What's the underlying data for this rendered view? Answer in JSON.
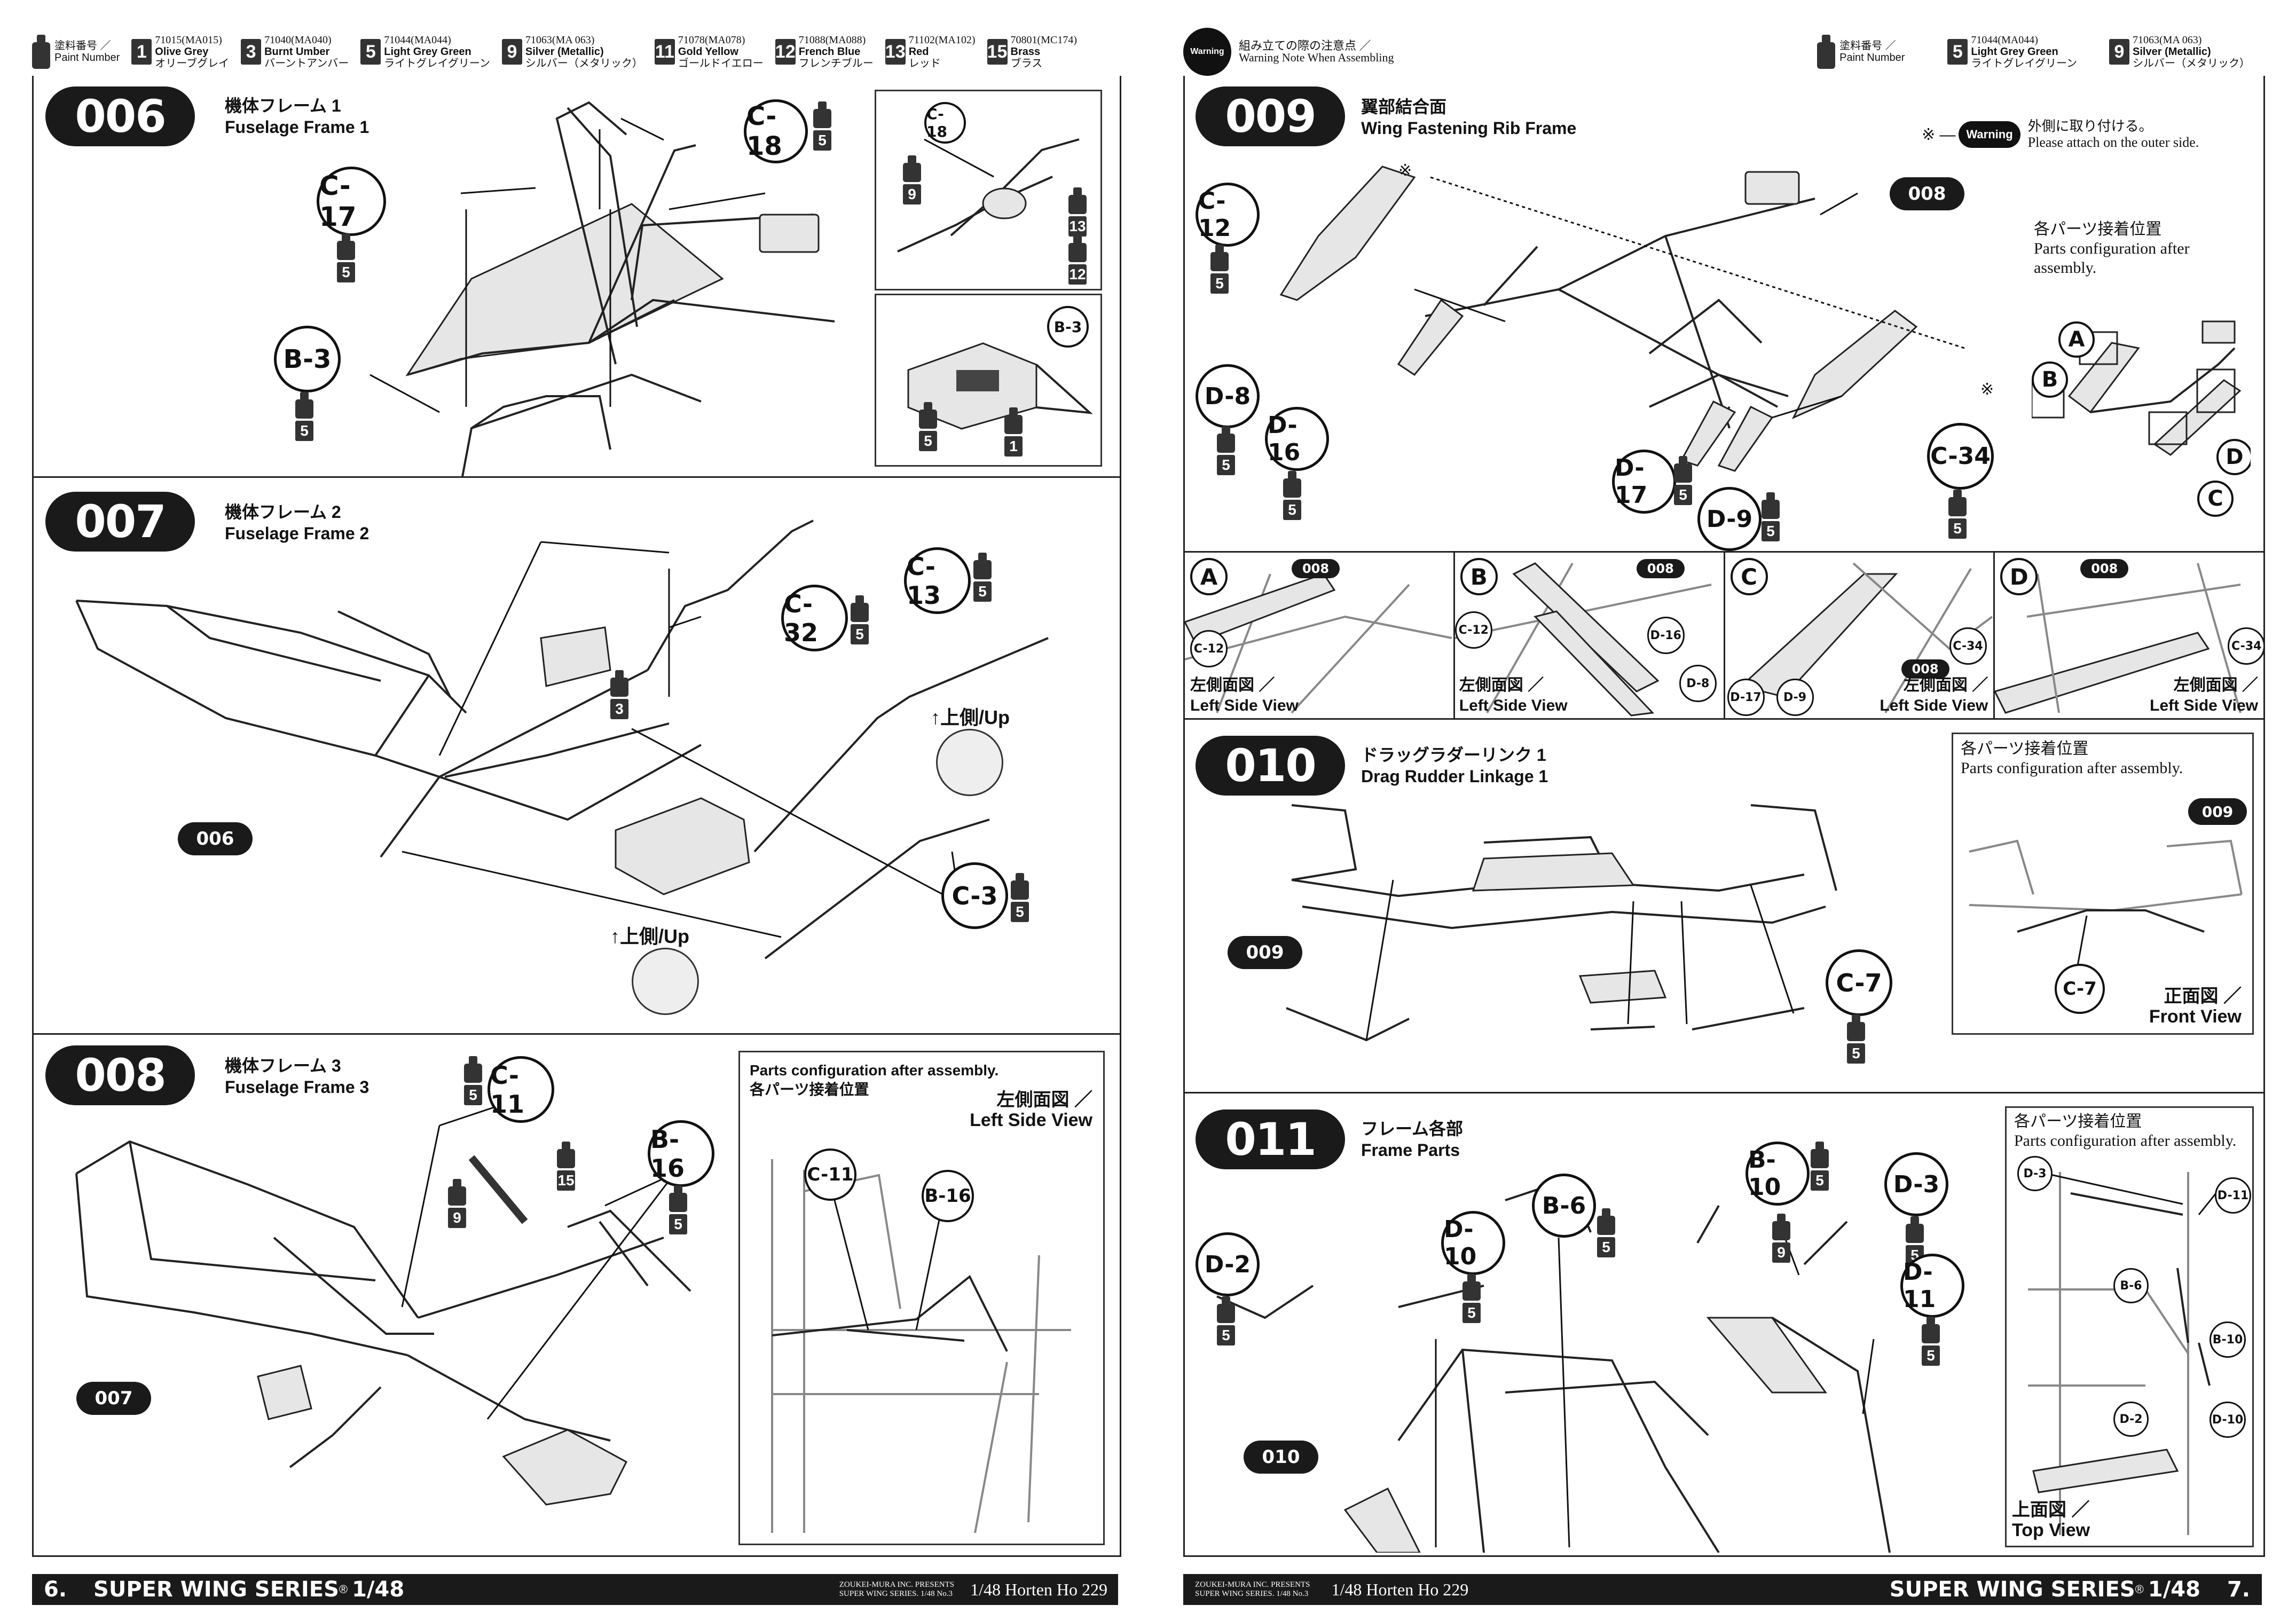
{
  "left": {
    "paint_header": {
      "label_jp": "塗料番号 ／",
      "label_en": "Paint Number"
    },
    "paints": [
      {
        "num": "1",
        "code": "71015(MA015)",
        "en": "Olive Grey",
        "jp": "オリーブグレイ"
      },
      {
        "num": "3",
        "code": "71040(MA040)",
        "en": "Burnt Umber",
        "jp": "バーントアンバー"
      },
      {
        "num": "5",
        "code": "71044(MA044)",
        "en": "Light Grey Green",
        "jp": "ライトグレイグリーン"
      },
      {
        "num": "9",
        "code": "71063(MA 063)",
        "en": "Silver (Metallic)",
        "jp": "シルバー（メタリック）"
      },
      {
        "num": "11",
        "code": "71078(MA078)",
        "en": "Gold Yellow",
        "jp": "ゴールドイエロー"
      },
      {
        "num": "12",
        "code": "71088(MA088)",
        "en": "French Blue",
        "jp": "フレンチブルー"
      },
      {
        "num": "13",
        "code": "71102(MA102)",
        "en": "Red",
        "jp": "レッド"
      },
      {
        "num": "15",
        "code": "70801(MC174)",
        "en": "Brass",
        "jp": "ブラス"
      }
    ],
    "step006": {
      "num": "006",
      "title_jp": "機体フレーム 1",
      "title_en": "Fuselage Frame 1",
      "callouts": [
        "C-18",
        "C-17",
        "B-3"
      ],
      "inset_callouts": [
        "C-18",
        "B-3"
      ],
      "paint_marks": [
        "5",
        "5",
        "5",
        "9",
        "13",
        "12",
        "5",
        "1"
      ]
    },
    "step007": {
      "num": "007",
      "title_jp": "機体フレーム 2",
      "title_en": "Fuselage Frame 2",
      "callouts": [
        "C-32",
        "C-13",
        "C-3"
      ],
      "ref": "006",
      "up1": "↑上側/Up",
      "up2": "↑上側/Up",
      "paint_marks": [
        "5",
        "3",
        "5",
        "5"
      ]
    },
    "step008": {
      "num": "008",
      "title_jp": "機体フレーム 3",
      "title_en": "Fuselage Frame 3",
      "callouts": [
        "C-11",
        "B-16"
      ],
      "ref": "007",
      "inset_title_en": "Parts configuration after assembly.",
      "inset_title_jp": "各パーツ接着位置",
      "view_jp": "左側面図 ／",
      "view_en": "Left Side View",
      "inset_callouts": [
        "C-11",
        "B-16"
      ],
      "paint_marks": [
        "5",
        "15",
        "9",
        "5"
      ]
    },
    "footer": {
      "page": "6.",
      "series": "SUPER WING SERIES",
      "reg": "®",
      "scale": "1/48",
      "credit1": "ZOUKEI-MURA INC. PRESENTS",
      "credit2": "SUPER WING SERIES. 1/48 No.3",
      "model": "1/48  Horten Ho 229"
    }
  },
  "right": {
    "warning": {
      "icon_text": "Warning",
      "jp": "組み立ての際の注意点 ／",
      "en": "Warning Note When Assembling"
    },
    "paint_header": {
      "label_jp": "塗料番号 ／",
      "label_en": "Paint Number"
    },
    "paints": [
      {
        "num": "5",
        "code": "71044(MA044)",
        "en": "Light Grey Green",
        "jp": "ライトグレイグリーン"
      },
      {
        "num": "9",
        "code": "71063(MA 063)",
        "en": "Silver (Metallic)",
        "jp": "シルバー（メタリック）"
      }
    ],
    "step009": {
      "num": "009",
      "title_jp": "翼部結合面",
      "title_en": "Wing Fastening Rib Frame",
      "note_mark": "※ ―",
      "note_icon": "Warning",
      "note_jp": "外側に取り付ける。",
      "note_en": "Please attach on the outer side.",
      "ref": "008",
      "callouts": [
        "C-12",
        "D-8",
        "D-16",
        "D-17",
        "D-9",
        "C-34"
      ],
      "inset_title_jp": "各パーツ接着位置",
      "inset_title_en": "Parts configuration after assembly.",
      "inset_letters": [
        "A",
        "B",
        "C",
        "D"
      ],
      "star1": "※",
      "star2": "※",
      "paint_marks": [
        "5",
        "5",
        "5",
        "5",
        "5",
        "5"
      ],
      "detail_views": [
        {
          "letter": "A",
          "ref": "008",
          "parts": [
            "C-12"
          ],
          "view_jp": "左側面図 ／",
          "view_en": "Left Side View"
        },
        {
          "letter": "B",
          "ref": "008",
          "parts": [
            "C-12",
            "D-16",
            "D-8"
          ],
          "view_jp": "左側面図 ／",
          "view_en": "Left Side View"
        },
        {
          "letter": "C",
          "ref": "008",
          "parts": [
            "C-34",
            "D-17",
            "D-9"
          ],
          "view_jp": "左側面図 ／",
          "view_en": "Left Side View"
        },
        {
          "letter": "D",
          "ref": "008",
          "parts": [
            "C-34"
          ],
          "view_jp": "左側面図 ／",
          "view_en": "Left Side View"
        }
      ]
    },
    "step010": {
      "num": "010",
      "title_jp": "ドラッグラダーリンク 1",
      "title_en": "Drag Rudder Linkage 1",
      "ref": "009",
      "callouts": [
        "C-7"
      ],
      "inset_ref": "009",
      "inset_callout": "C-7",
      "inset_title_jp": "各パーツ接着位置",
      "inset_title_en": "Parts configuration after assembly.",
      "view_jp": "正面図 ／",
      "view_en": "Front View",
      "paint_marks": [
        "5"
      ]
    },
    "step011": {
      "num": "011",
      "title_jp": "フレーム各部",
      "title_en": "Frame Parts",
      "ref": "010",
      "callouts": [
        "B-10",
        "D-3",
        "B-6",
        "D-10",
        "D-2",
        "D-11"
      ],
      "inset_title_jp": "各パーツ接着位置",
      "inset_title_en": "Parts configuration after assembly.",
      "inset_parts": [
        "D-3",
        "D-11",
        "B-6",
        "B-10",
        "D-2",
        "D-10"
      ],
      "view_jp": "上面図 ／",
      "view_en": "Top View",
      "paint_marks": [
        "5",
        "5",
        "9",
        "5",
        "5",
        "5",
        "5"
      ]
    },
    "footer": {
      "credit1": "ZOUKEI-MURA INC. PRESENTS",
      "credit2": "SUPER WING SERIES. 1/48 No.3",
      "model": "1/48  Horten Ho 229",
      "series": "SUPER WING SERIES",
      "reg": "®",
      "scale": "1/48",
      "page": "7."
    }
  }
}
